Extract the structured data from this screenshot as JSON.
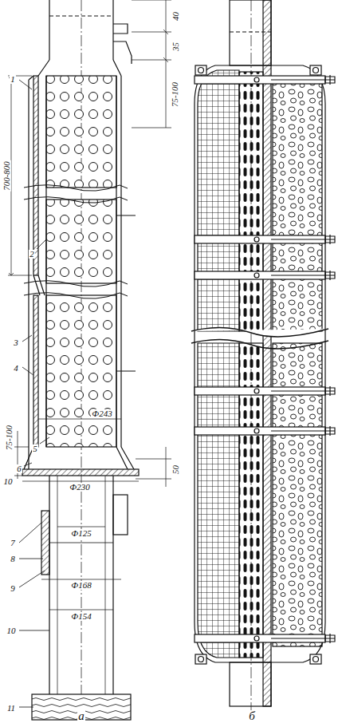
{
  "diagram": {
    "labels": [
      "1",
      "2",
      "3",
      "4",
      "5",
      "6",
      "7",
      "8",
      "9",
      "10",
      "11",
      "40",
      "35",
      "75-100",
      "700-800",
      "Ф243",
      "75-100",
      "50",
      "10",
      "Ф230",
      "Ф125",
      "Ф168",
      "Ф154",
      "а",
      "б"
    ]
  }
}
